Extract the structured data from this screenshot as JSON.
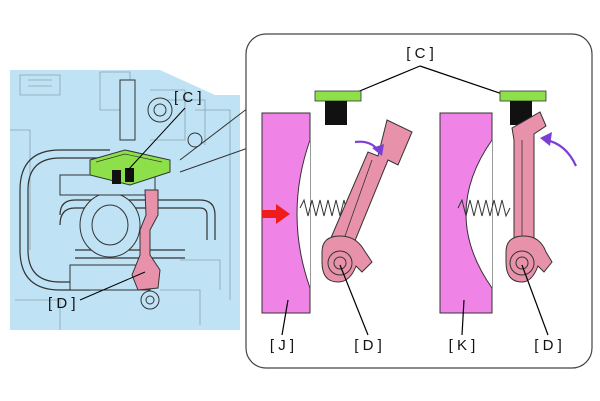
{
  "labels": {
    "c_overview": "[ C ]",
    "d_overview": "[ D ]",
    "c_detail": "[ C ]",
    "j": "[ J ]",
    "d_left": "[ D ]",
    "k": "[ K ]",
    "d_right": "[ D ]"
  },
  "colors": {
    "machine_blue": "#bfe3f5",
    "outline": "#333333",
    "sensor_green": "#8ee04a",
    "sensor_black": "#111111",
    "flag_pink": "#e891aa",
    "plate_magenta": "#ef84e6",
    "arrow_red": "#ee1c1c",
    "arrow_purple": "#7b3fd6"
  }
}
